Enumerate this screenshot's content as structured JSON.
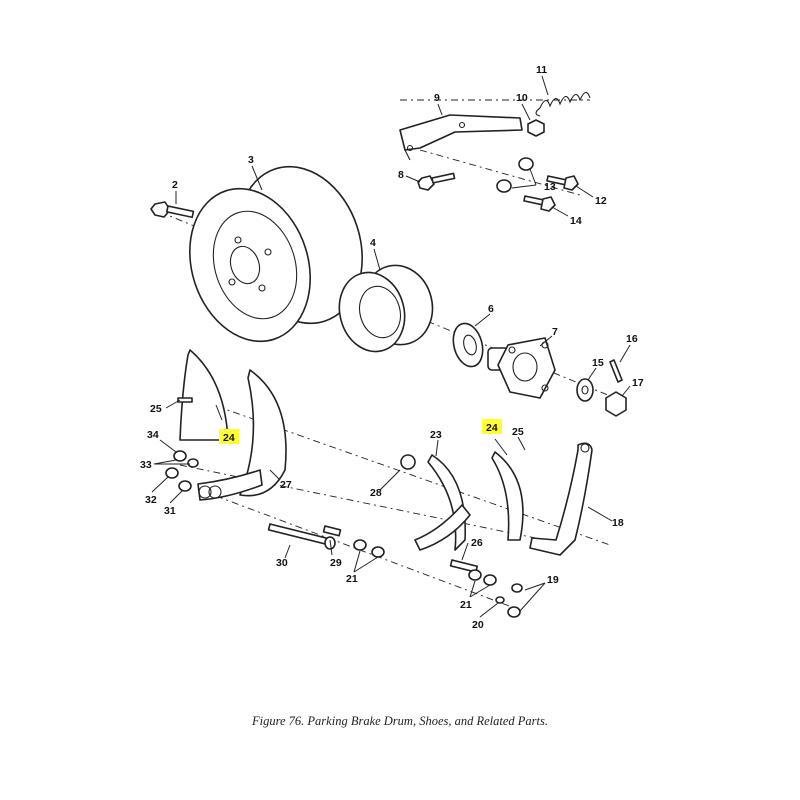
{
  "caption": "Figure 76.  Parking Brake Drum, Shoes, and Related Parts.",
  "callouts": [
    {
      "id": "c2",
      "text": "2"
    },
    {
      "id": "c3",
      "text": "3"
    },
    {
      "id": "c4",
      "text": "4"
    },
    {
      "id": "c6",
      "text": "6"
    },
    {
      "id": "c7",
      "text": "7"
    },
    {
      "id": "c8",
      "text": "8"
    },
    {
      "id": "c9",
      "text": "9"
    },
    {
      "id": "c10",
      "text": "10"
    },
    {
      "id": "c11",
      "text": "11"
    },
    {
      "id": "c12",
      "text": "12"
    },
    {
      "id": "c13",
      "text": "13"
    },
    {
      "id": "c14",
      "text": "14"
    },
    {
      "id": "c15",
      "text": "15"
    },
    {
      "id": "c16",
      "text": "16"
    },
    {
      "id": "c17",
      "text": "17"
    },
    {
      "id": "c18",
      "text": "18"
    },
    {
      "id": "c19",
      "text": "19"
    },
    {
      "id": "c20",
      "text": "20"
    },
    {
      "id": "c21a",
      "text": "21"
    },
    {
      "id": "c21b",
      "text": "21"
    },
    {
      "id": "c23",
      "text": "23"
    },
    {
      "id": "c24a",
      "text": "24",
      "highlight": true
    },
    {
      "id": "c24b",
      "text": "24",
      "highlight": true
    },
    {
      "id": "c25a",
      "text": "25"
    },
    {
      "id": "c25b",
      "text": "25"
    },
    {
      "id": "c26",
      "text": "26"
    },
    {
      "id": "c27",
      "text": "27"
    },
    {
      "id": "c28",
      "text": "28"
    },
    {
      "id": "c29",
      "text": "29"
    },
    {
      "id": "c30",
      "text": "30"
    },
    {
      "id": "c31",
      "text": "31"
    },
    {
      "id": "c32",
      "text": "32"
    },
    {
      "id": "c33",
      "text": "33"
    },
    {
      "id": "c34",
      "text": "34"
    }
  ],
  "highlight_color": "#ffff33"
}
